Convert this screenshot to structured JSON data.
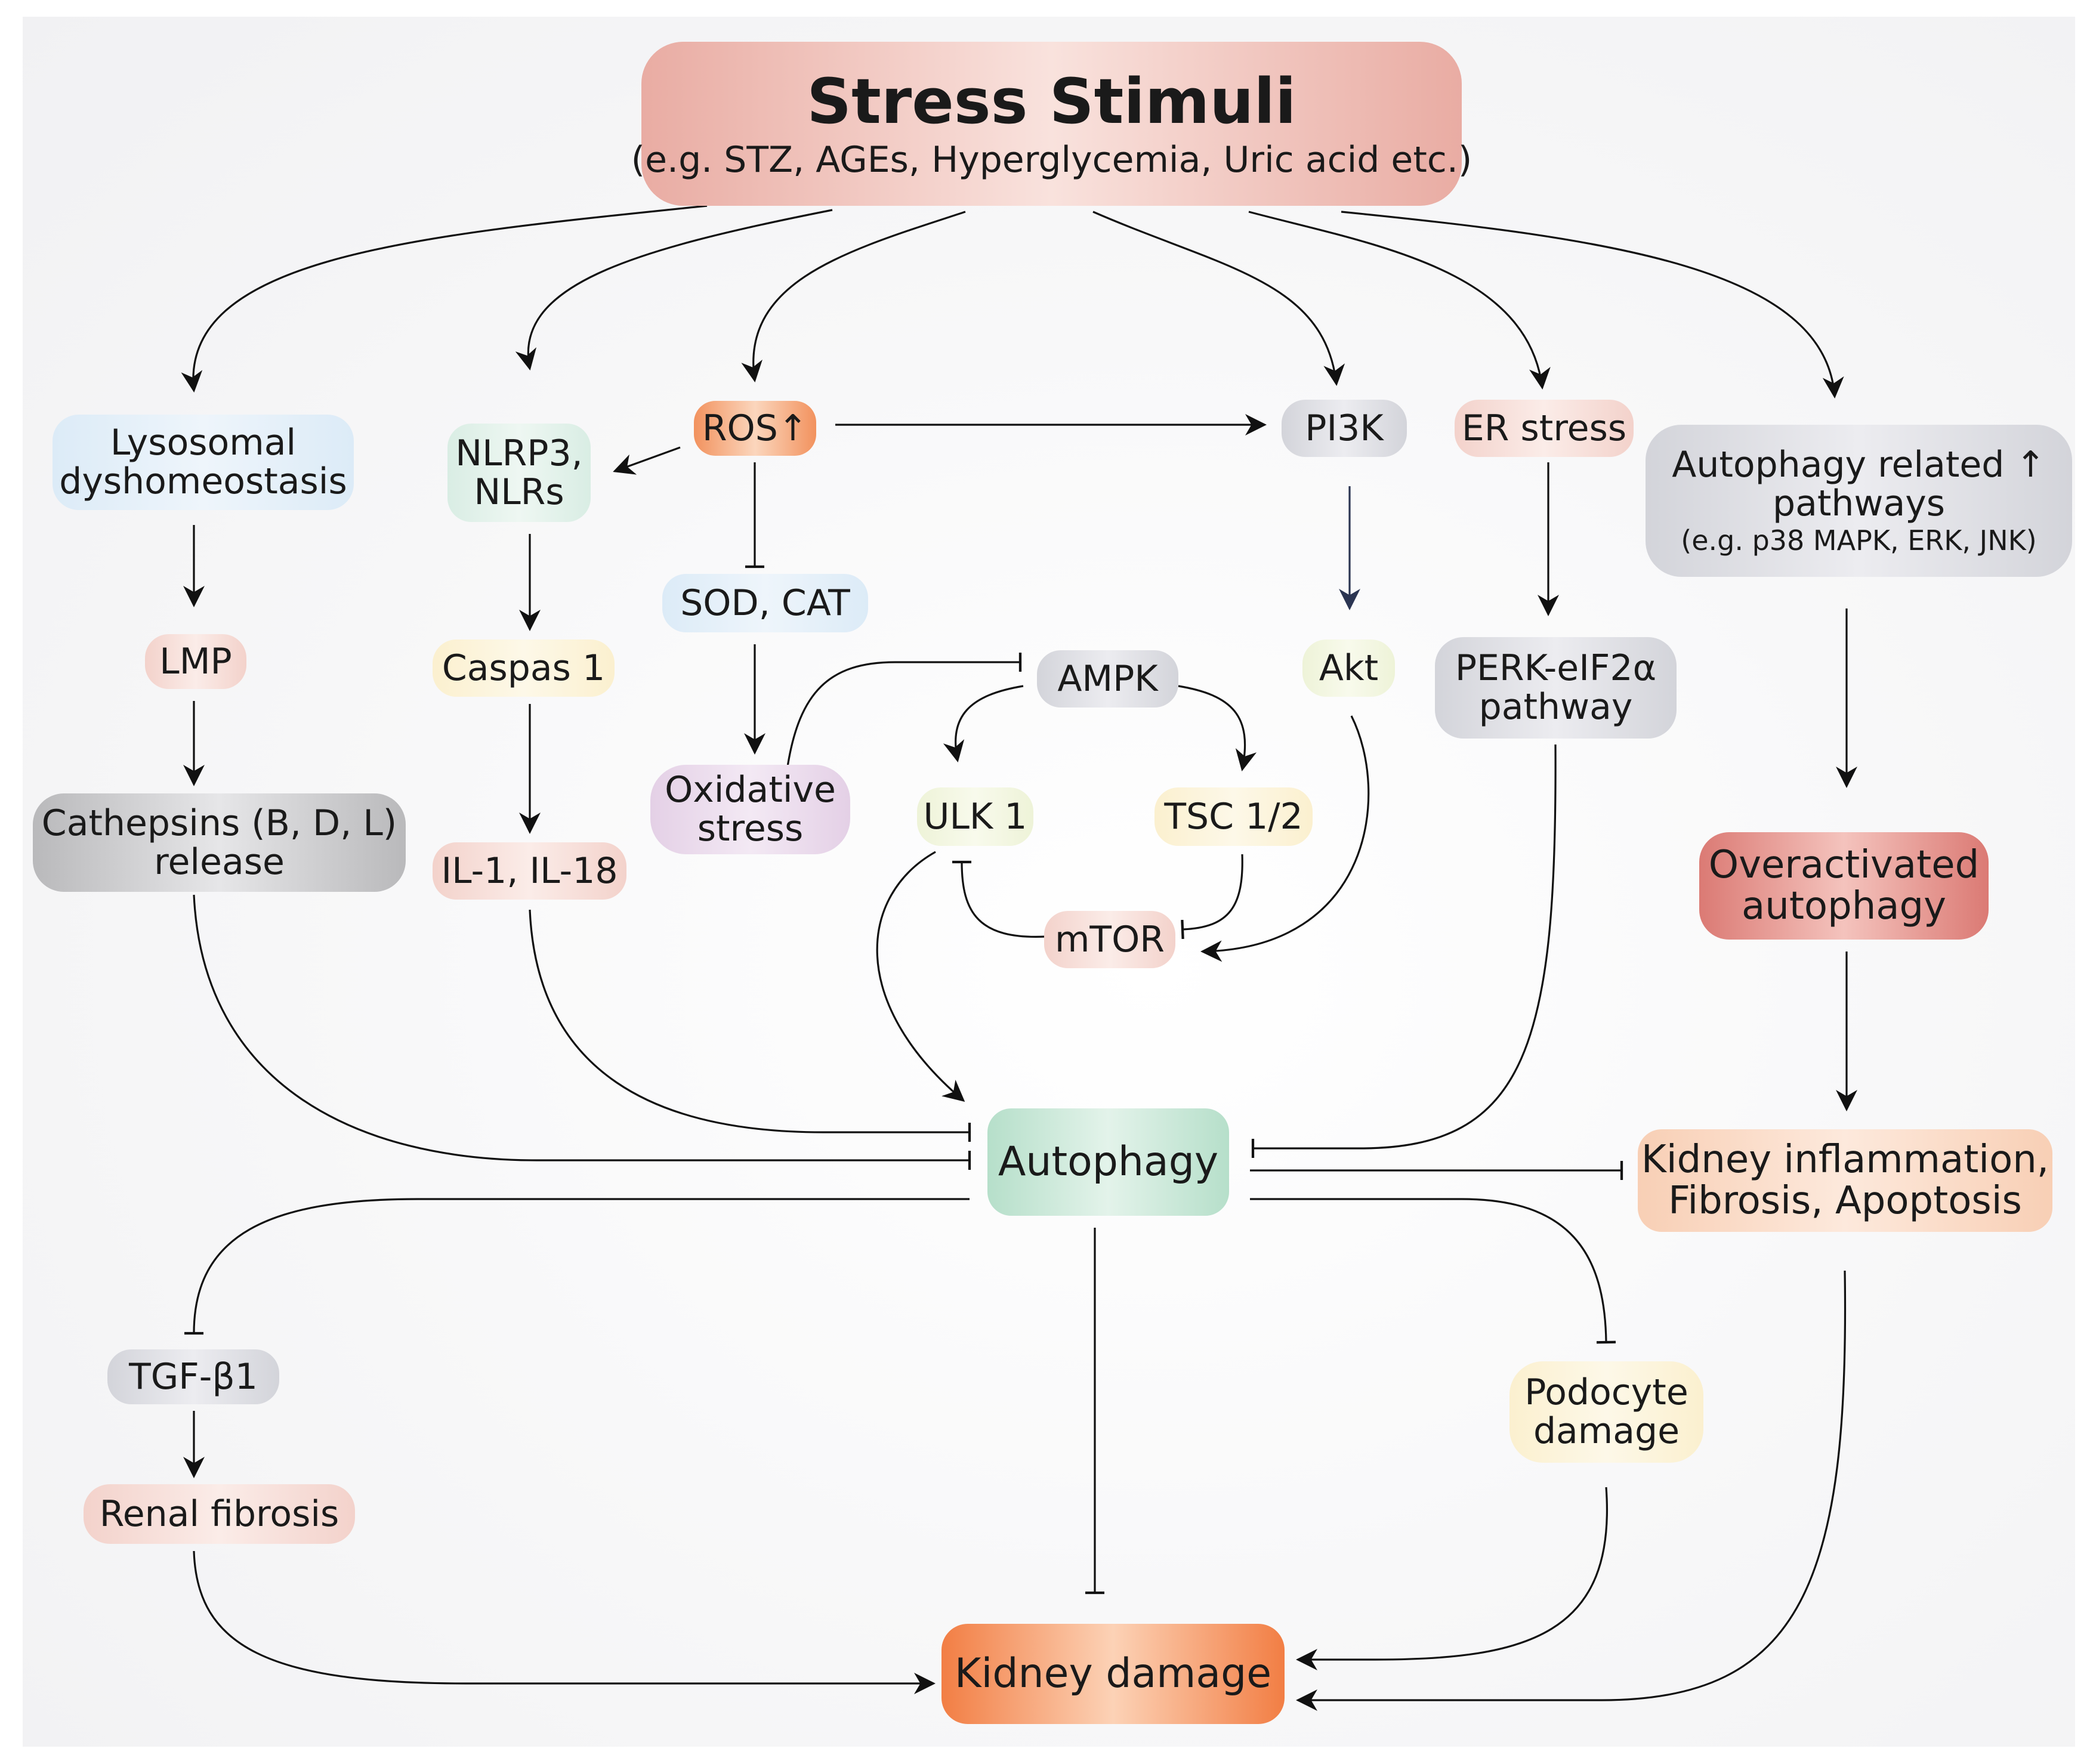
{
  "nodes": {
    "stress": {
      "title": "Stress Stimuli",
      "subtitle": "(e.g. STZ, AGEs, Hyperglycemia, Uric acid etc.)"
    },
    "lysosomal": {
      "lines": [
        "Lysosomal",
        "dyshomeostasis"
      ]
    },
    "nlrp3": {
      "lines": [
        "NLRP3,",
        "NLRs"
      ]
    },
    "ros": {
      "label": "ROS↑"
    },
    "pi3k": {
      "label": "PI3K"
    },
    "er": {
      "label": "ER stress"
    },
    "autophagy_related": {
      "lines": [
        "Autophagy related ↑",
        "pathways"
      ],
      "sub": "(e.g. p38 MAPK, ERK, JNK)"
    },
    "sod": {
      "label": "SOD, CAT"
    },
    "lmp": {
      "label": "LMP"
    },
    "caspas": {
      "label": "Caspas 1"
    },
    "ampk": {
      "label": "AMPK"
    },
    "akt": {
      "label": "Akt"
    },
    "perk": {
      "lines": [
        "PERK-eIF2α",
        "pathway"
      ]
    },
    "cathepsins": {
      "lines": [
        "Cathepsins (B, D, L)",
        "release"
      ]
    },
    "oxidative": {
      "lines": [
        "Oxidative",
        "stress"
      ]
    },
    "ulk": {
      "label": "ULK 1"
    },
    "tsc": {
      "label": "TSC 1/2"
    },
    "overactivated": {
      "lines": [
        "Overactivated",
        "autophagy"
      ]
    },
    "il": {
      "label": "IL-1, IL-18"
    },
    "mtor": {
      "label": "mTOR"
    },
    "autophagy": {
      "label": "Autophagy"
    },
    "inflammation": {
      "lines": [
        "Kidney inflammation,",
        "Fibrosis, Apoptosis"
      ]
    },
    "tgf": {
      "label": "TGF-β1"
    },
    "podocyte": {
      "lines": [
        "Podocyte",
        "damage"
      ]
    },
    "fibrosis": {
      "label": "Renal fibrosis"
    },
    "kidney_damage": {
      "label": "Kidney damage"
    }
  },
  "edges": [
    {
      "from": "stress",
      "to": "lysosomal",
      "type": "activate"
    },
    {
      "from": "stress",
      "to": "nlrp3",
      "type": "activate"
    },
    {
      "from": "stress",
      "to": "ros",
      "type": "activate"
    },
    {
      "from": "stress",
      "to": "pi3k",
      "type": "activate"
    },
    {
      "from": "stress",
      "to": "er",
      "type": "activate"
    },
    {
      "from": "stress",
      "to": "autophagy_related",
      "type": "activate"
    },
    {
      "from": "ros",
      "to": "nlrp3",
      "type": "activate"
    },
    {
      "from": "ros",
      "to": "pi3k",
      "type": "activate"
    },
    {
      "from": "ros",
      "to": "sod",
      "type": "inhibit"
    },
    {
      "from": "sod",
      "to": "oxidative",
      "type": "activate"
    },
    {
      "from": "oxidative",
      "to": "ampk",
      "type": "inhibit"
    },
    {
      "from": "lysosomal",
      "to": "lmp",
      "type": "activate"
    },
    {
      "from": "lmp",
      "to": "cathepsins",
      "type": "activate"
    },
    {
      "from": "nlrp3",
      "to": "caspas",
      "type": "activate"
    },
    {
      "from": "caspas",
      "to": "il",
      "type": "activate"
    },
    {
      "from": "pi3k",
      "to": "akt",
      "type": "activate"
    },
    {
      "from": "akt",
      "to": "mtor",
      "type": "activate"
    },
    {
      "from": "er",
      "to": "perk",
      "type": "activate"
    },
    {
      "from": "autophagy_related",
      "to": "overactivated",
      "type": "activate"
    },
    {
      "from": "overactivated",
      "to": "inflammation",
      "type": "activate"
    },
    {
      "from": "ampk",
      "to": "ulk",
      "type": "activate"
    },
    {
      "from": "ampk",
      "to": "tsc",
      "type": "activate"
    },
    {
      "from": "tsc",
      "to": "mtor",
      "type": "inhibit"
    },
    {
      "from": "mtor",
      "to": "ulk",
      "type": "inhibit"
    },
    {
      "from": "ulk",
      "to": "autophagy",
      "type": "activate"
    },
    {
      "from": "cathepsins",
      "to": "autophagy",
      "type": "inhibit"
    },
    {
      "from": "il",
      "to": "autophagy",
      "type": "inhibit"
    },
    {
      "from": "perk",
      "to": "autophagy",
      "type": "inhibit"
    },
    {
      "from": "autophagy",
      "to": "inflammation",
      "type": "inhibit"
    },
    {
      "from": "autophagy",
      "to": "tgf",
      "type": "inhibit"
    },
    {
      "from": "autophagy",
      "to": "podocyte",
      "type": "inhibit"
    },
    {
      "from": "autophagy",
      "to": "kidney_damage",
      "type": "inhibit"
    },
    {
      "from": "tgf",
      "to": "fibrosis",
      "type": "activate"
    },
    {
      "from": "fibrosis",
      "to": "kidney_damage",
      "type": "activate"
    },
    {
      "from": "podocyte",
      "to": "kidney_damage",
      "type": "activate"
    },
    {
      "from": "inflammation",
      "to": "kidney_damage",
      "type": "activate"
    }
  ]
}
